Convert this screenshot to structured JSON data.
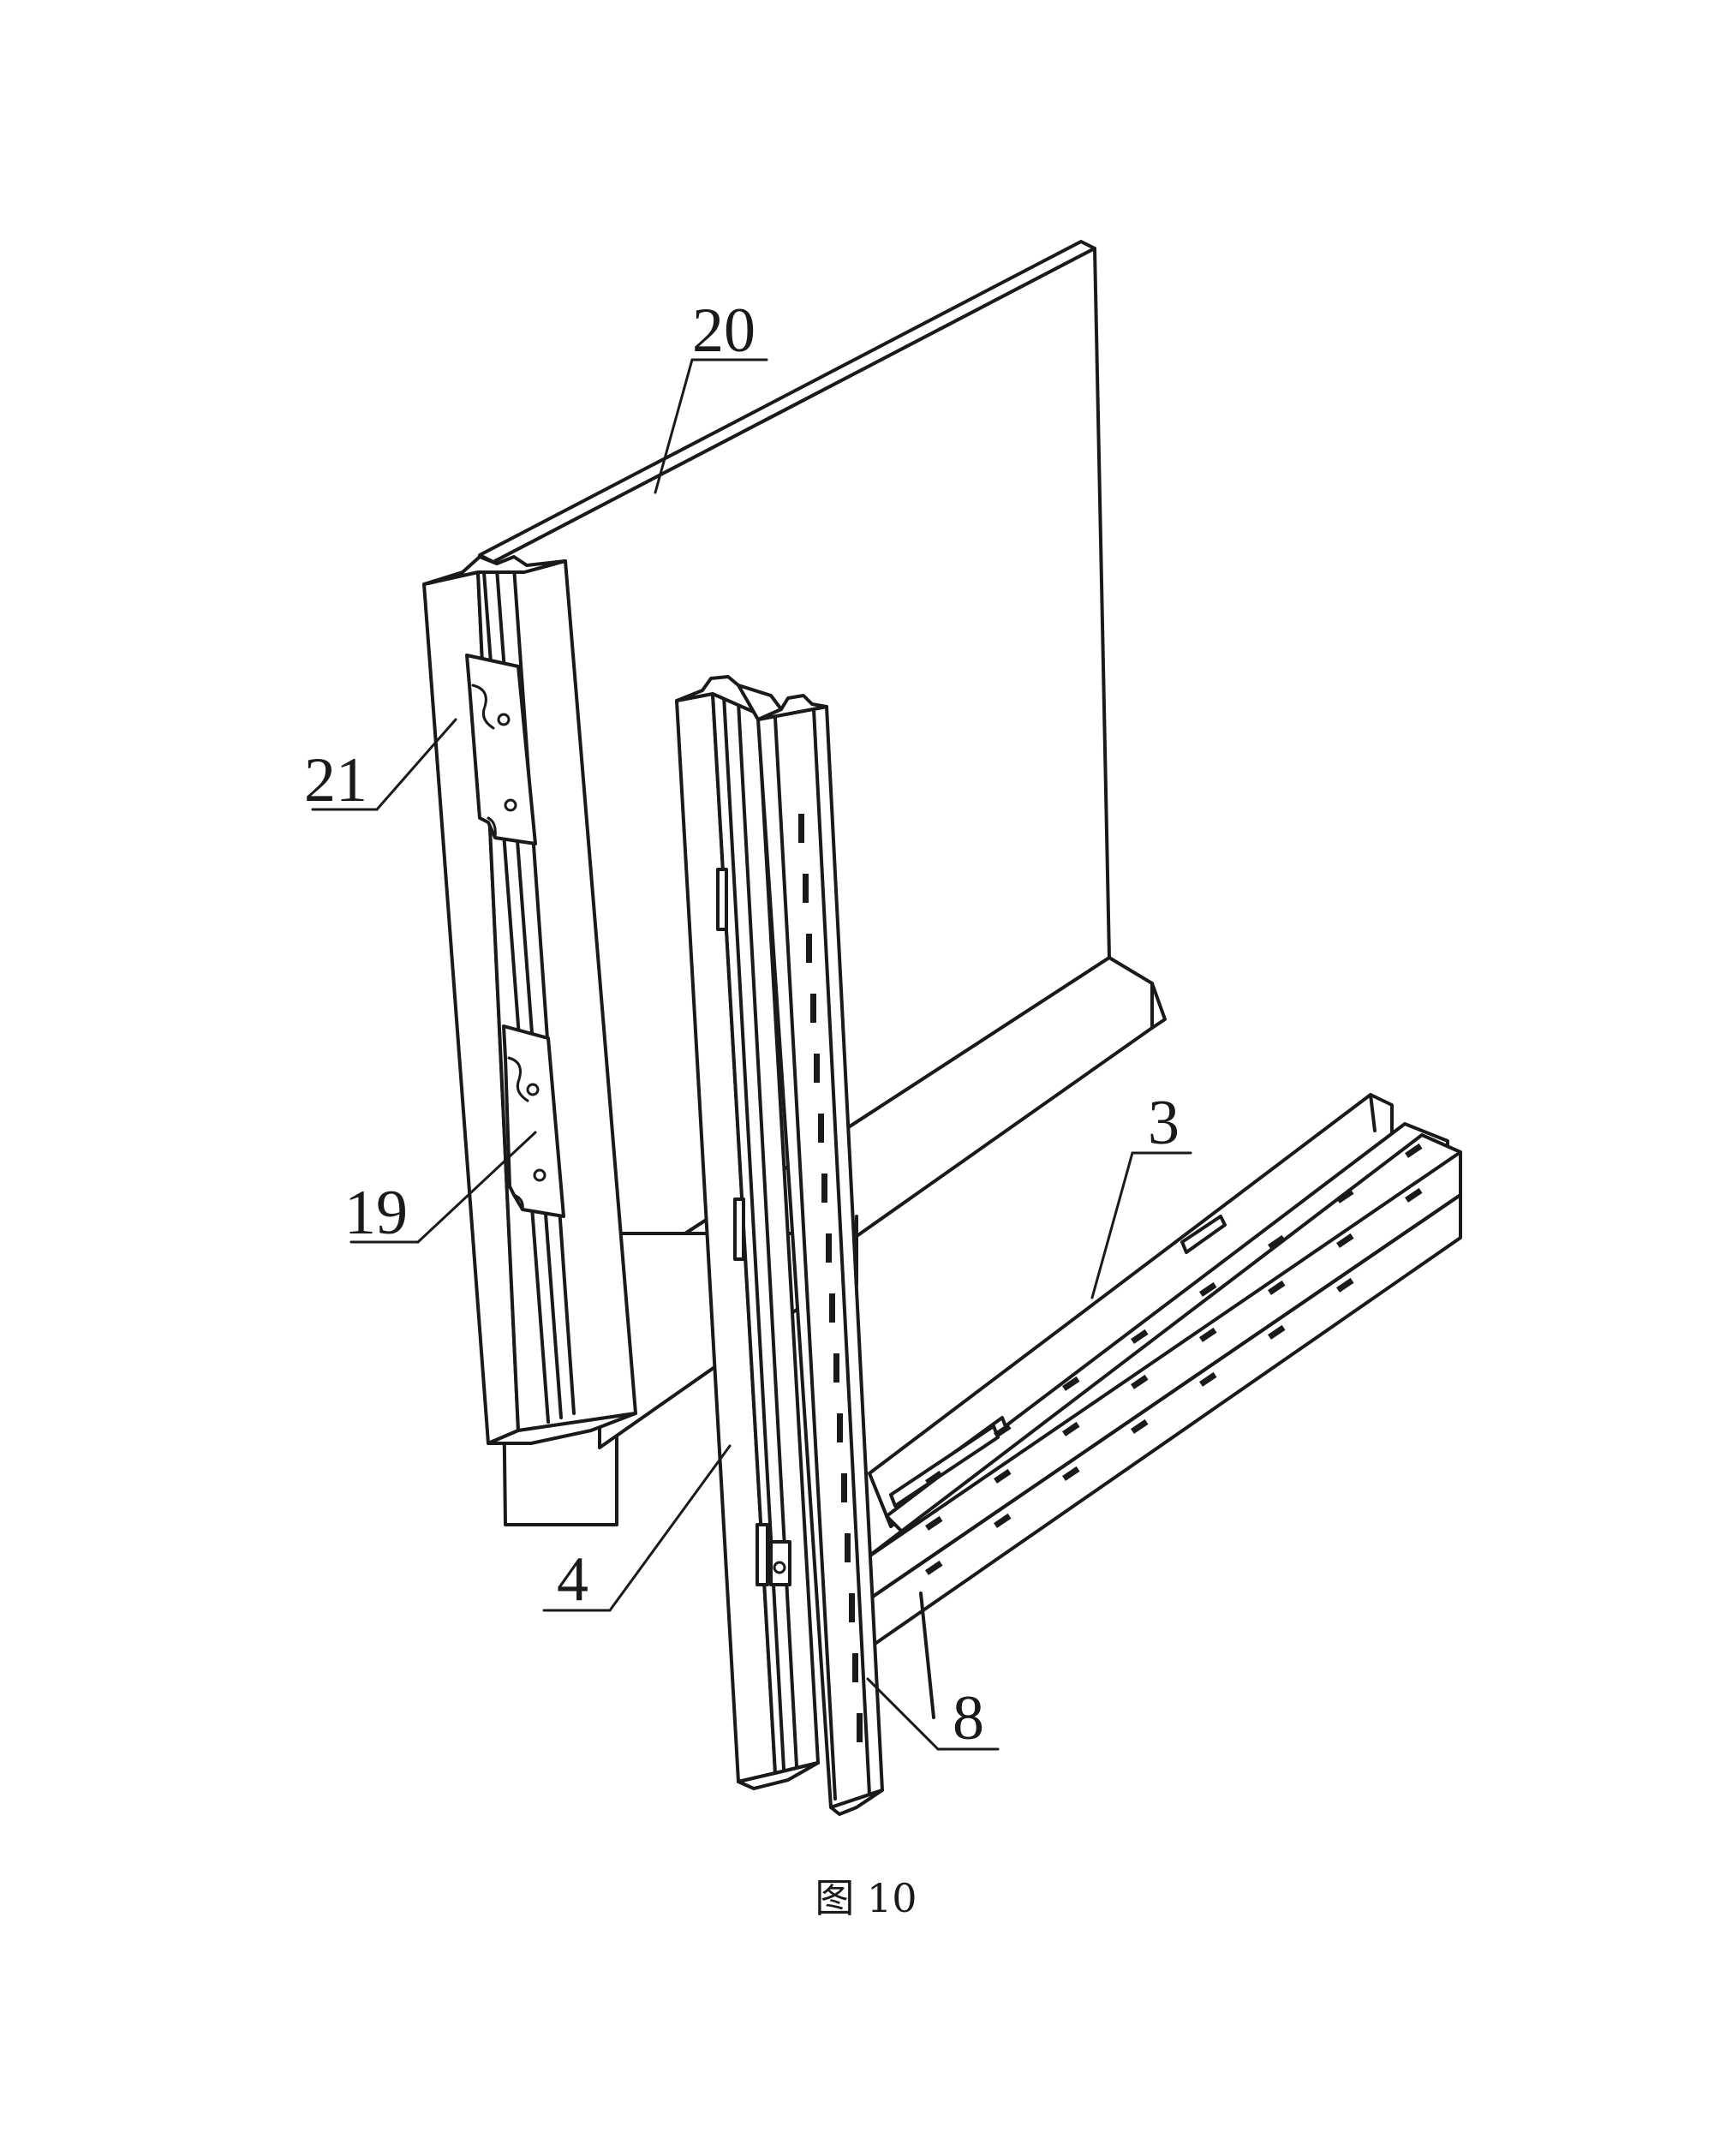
{
  "figure": {
    "caption": "图 10",
    "labels": [
      {
        "id": "20",
        "text": "20"
      },
      {
        "id": "21",
        "text": "21"
      },
      {
        "id": "19",
        "text": "19"
      },
      {
        "id": "4",
        "text": "4"
      },
      {
        "id": "3",
        "text": "3"
      },
      {
        "id": "8",
        "text": "8"
      }
    ]
  }
}
